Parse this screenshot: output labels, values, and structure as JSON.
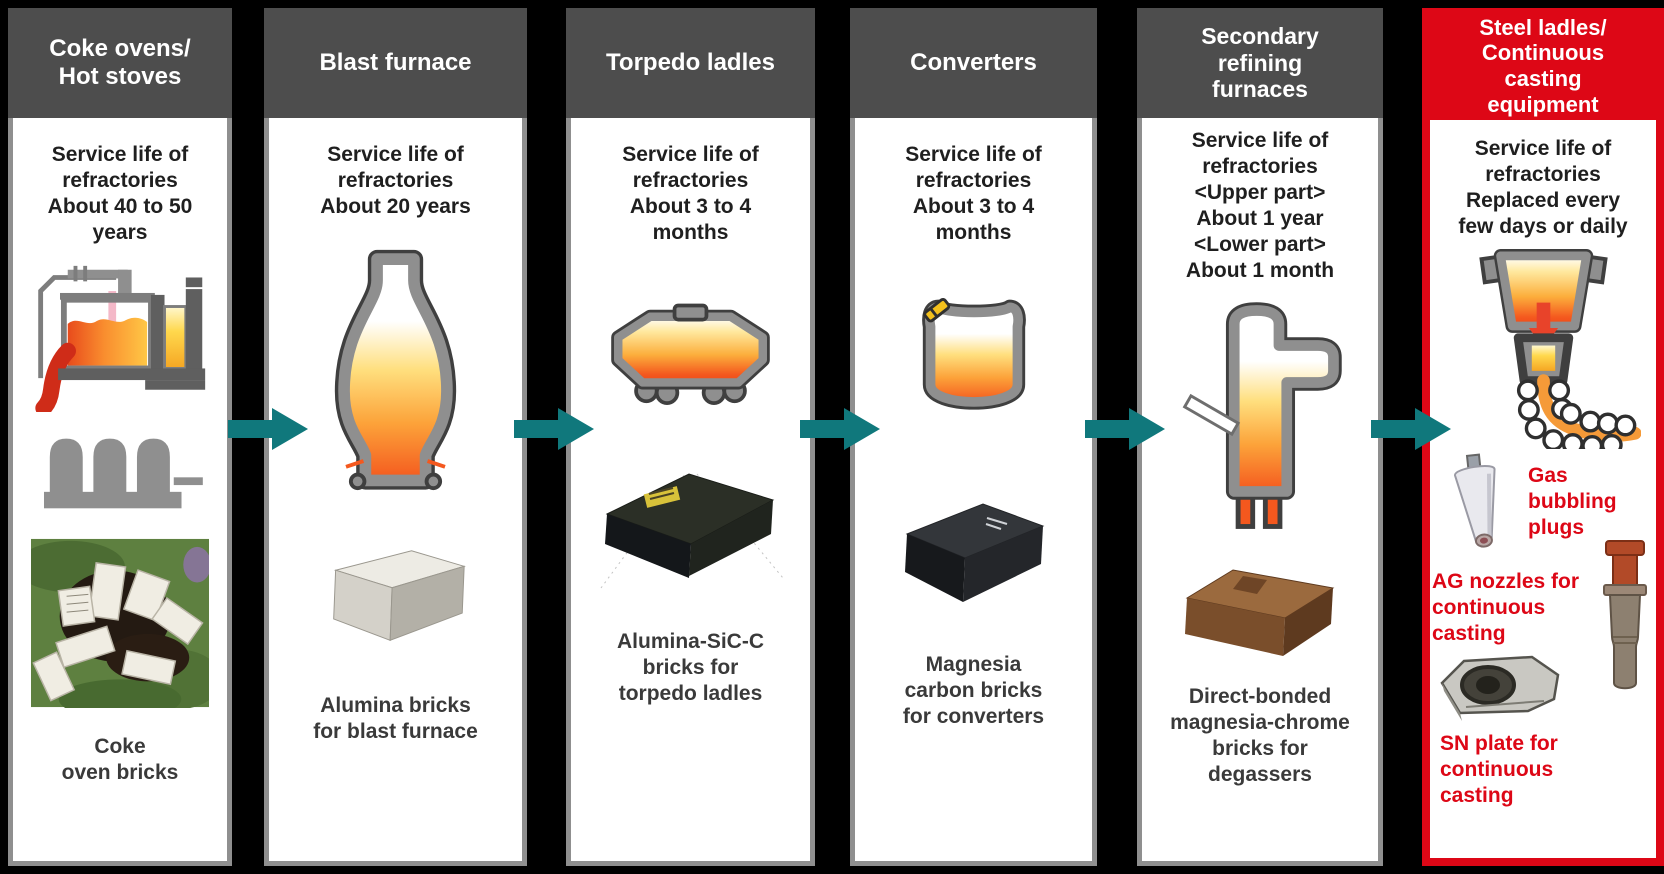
{
  "colors": {
    "background": "#000000",
    "header_gray": "#4d4d4d",
    "accent_red": "#dd0716",
    "arrow_teal": "#10787c",
    "panel_border_gray": "#8f8f8f",
    "text_dark": "#1f1f1f"
  },
  "icons": {
    "flow_arrow": "right-arrow"
  },
  "columns": [
    {
      "key": "coke-ovens",
      "header": "Coke ovens/\nHot stoves",
      "service_life": "Service life of\nrefractories\nAbout 40 to 50\nyears",
      "caption": "Coke\noven bricks"
    },
    {
      "key": "blast-furnace",
      "header": "Blast furnace",
      "service_life": "Service life of\nrefractories\nAbout 20 years",
      "caption": "Alumina bricks\nfor blast furnace"
    },
    {
      "key": "torpedo-ladles",
      "header": "Torpedo ladles",
      "service_life": "Service life of\nrefractories\nAbout 3 to 4\nmonths",
      "caption": "Alumina-SiC-C\nbricks for\ntorpedo ladles"
    },
    {
      "key": "converters",
      "header": "Converters",
      "service_life": "Service life of\nrefractories\nAbout 3 to 4\nmonths",
      "caption": "Magnesia\ncarbon bricks\nfor converters"
    },
    {
      "key": "secondary-refining-furnaces",
      "header": "Secondary\nrefining\nfurnaces",
      "service_life": "Service life of\nrefractories\n<Upper part>\nAbout 1 year\n<Lower part>\nAbout 1 month",
      "caption": "Direct-bonded\nmagnesia-chrome\nbricks for\ndegassers"
    },
    {
      "key": "steel-ladles-continuous-casting",
      "header": "Steel ladles/\nContinuous\ncasting\nequipment",
      "service_life": "Service life of\nrefractories\nReplaced every\nfew days or daily",
      "items": [
        {
          "label": "Gas\nbubbling\nplugs"
        },
        {
          "label": "AG nozzles for\ncontinuous\ncasting"
        },
        {
          "label": "SN plate for\ncontinuous\ncasting"
        }
      ]
    }
  ]
}
